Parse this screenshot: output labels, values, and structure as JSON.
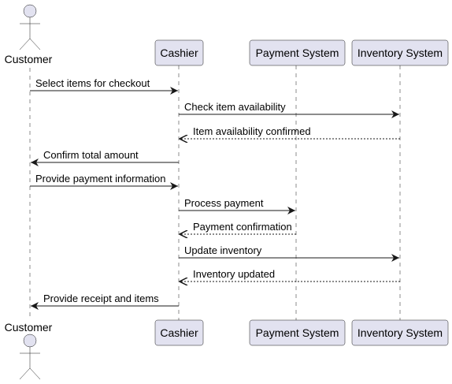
{
  "participants": [
    {
      "id": "customer",
      "label": "Customer",
      "kind": "actor"
    },
    {
      "id": "cashier",
      "label": "Cashier",
      "kind": "participant"
    },
    {
      "id": "payment",
      "label": "Payment System",
      "kind": "participant"
    },
    {
      "id": "inventory",
      "label": "Inventory System",
      "kind": "participant"
    }
  ],
  "messages": [
    {
      "from": "customer",
      "to": "cashier",
      "label": "Select items for checkout",
      "style": "solid"
    },
    {
      "from": "cashier",
      "to": "inventory",
      "label": "Check item availability",
      "style": "solid"
    },
    {
      "from": "inventory",
      "to": "cashier",
      "label": "Item availability confirmed",
      "style": "dashed"
    },
    {
      "from": "cashier",
      "to": "customer",
      "label": "Confirm total amount",
      "style": "solid"
    },
    {
      "from": "customer",
      "to": "cashier",
      "label": "Provide payment information",
      "style": "solid"
    },
    {
      "from": "cashier",
      "to": "payment",
      "label": "Process payment",
      "style": "solid"
    },
    {
      "from": "payment",
      "to": "cashier",
      "label": "Payment confirmation",
      "style": "dashed"
    },
    {
      "from": "cashier",
      "to": "inventory",
      "label": "Update inventory",
      "style": "solid"
    },
    {
      "from": "inventory",
      "to": "cashier",
      "label": "Inventory updated",
      "style": "dashed"
    },
    {
      "from": "cashier",
      "to": "customer",
      "label": "Provide receipt and items",
      "style": "solid"
    }
  ],
  "colors": {
    "box_fill": "#E2E2F0",
    "stroke": "#181818",
    "text": "#000000"
  }
}
